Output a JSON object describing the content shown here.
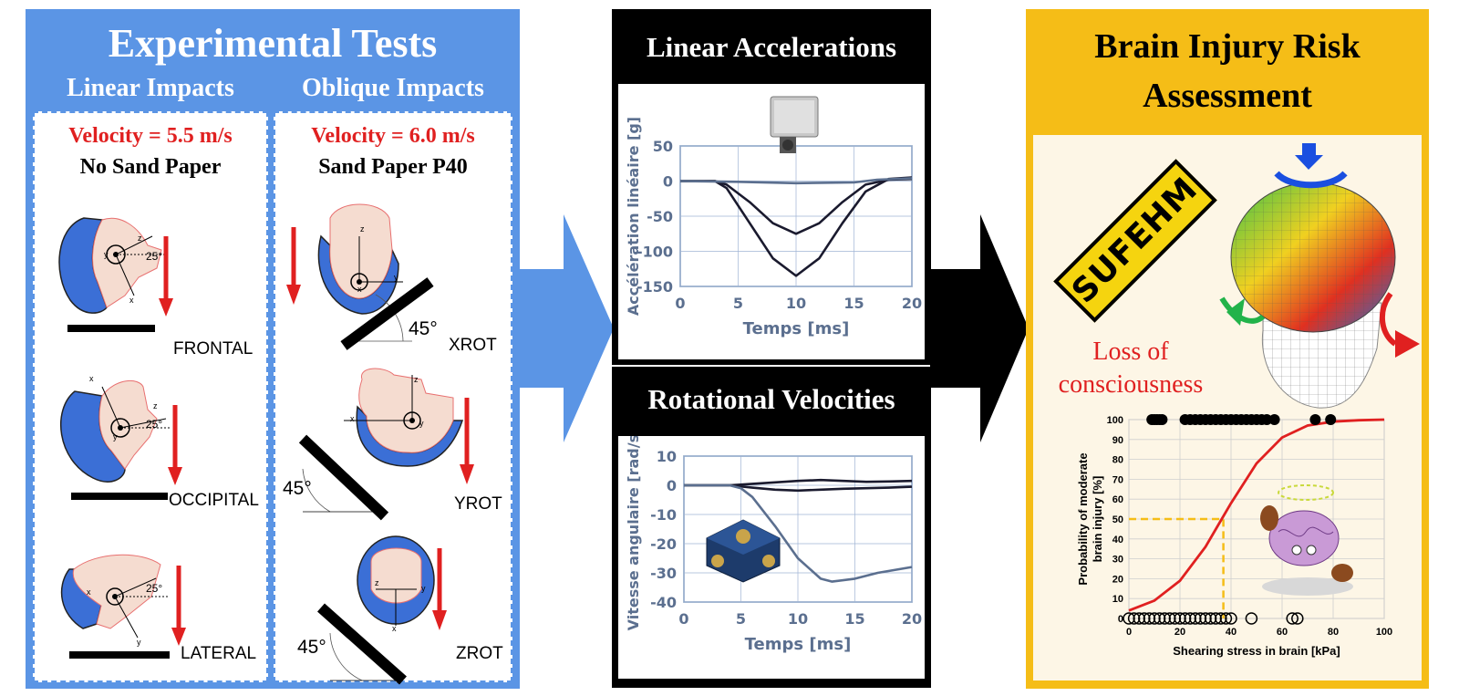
{
  "panel_tests": {
    "title": "Experimental Tests",
    "linear": {
      "header": "Linear Impacts",
      "velocity": "Velocity = 5.5 m/s",
      "surface": "No Sand Paper",
      "cases": [
        "FRONTAL",
        "OCCIPITAL",
        "LATERAL"
      ]
    },
    "oblique": {
      "header": "Oblique Impacts",
      "velocity": "Velocity = 6.0 m/s",
      "surface": "Sand Paper P40",
      "cases": [
        "XROT",
        "YROT",
        "ZROT"
      ]
    },
    "angle_25": "25°",
    "angle_45": "45°",
    "axis_x": "x",
    "axis_y": "y",
    "axis_z": "z"
  },
  "panel_signals": {
    "linear_title": "Linear Accelerations",
    "rotational_title": "Rotational Velocities"
  },
  "panel_risk": {
    "title_line1": "Brain Injury Risk",
    "title_line2": "Assessment",
    "model_badge": "SUFEHM",
    "loc_line1": "Loss of",
    "loc_line2": "consciousness"
  },
  "colors": {
    "panel_blue": "#5b95e5",
    "arrow_black": "#000000",
    "risk_yellow": "#f5bd17",
    "red": "#e02020",
    "curve_blue": "#5b6f8f"
  },
  "chart_data": [
    {
      "type": "line",
      "xlabel": "Temps [ms]",
      "ylabel": "Accélération linéaire [g]",
      "xlim": [
        0,
        20
      ],
      "ylim": [
        -150,
        50
      ],
      "xticks": [
        "0",
        "5",
        "10",
        "15",
        "20"
      ],
      "yticks": [
        "50",
        "0",
        "-50",
        "-100",
        "-150"
      ],
      "series": [
        {
          "x": [
            0,
            3,
            4,
            6,
            8,
            10,
            12,
            14,
            16,
            18,
            20
          ],
          "y": [
            0,
            0,
            -5,
            -30,
            -60,
            -75,
            -60,
            -30,
            -5,
            2,
            3
          ]
        },
        {
          "x": [
            0,
            3,
            4,
            6,
            8,
            10,
            12,
            14,
            16,
            18,
            20
          ],
          "y": [
            0,
            0,
            -10,
            -60,
            -110,
            -135,
            -110,
            -60,
            -15,
            3,
            5
          ]
        },
        {
          "x": [
            0,
            5,
            10,
            15,
            17,
            20
          ],
          "y": [
            0,
            -1,
            -3,
            -2,
            2,
            4
          ]
        }
      ]
    },
    {
      "type": "line",
      "xlabel": "Temps [ms]",
      "ylabel": "Vitesse angulaire [rad/s]",
      "xlim": [
        0,
        20
      ],
      "ylim": [
        -40,
        10
      ],
      "xticks": [
        "0",
        "5",
        "10",
        "15",
        "20"
      ],
      "yticks": [
        "10",
        "0",
        "-10",
        "-20",
        "-30",
        "-40"
      ],
      "series": [
        {
          "x": [
            0,
            4,
            6,
            8,
            10,
            12,
            14,
            16,
            18,
            20
          ],
          "y": [
            0,
            0,
            0.5,
            1,
            1.5,
            1.8,
            1.5,
            1.2,
            1.3,
            1.5
          ]
        },
        {
          "x": [
            0,
            4,
            6,
            8,
            10,
            12,
            14,
            16,
            18,
            20
          ],
          "y": [
            0,
            0,
            -0.8,
            -1.5,
            -1.8,
            -1.5,
            -1.2,
            -1,
            -0.8,
            -0.5
          ]
        },
        {
          "x": [
            0,
            4,
            5,
            6,
            8,
            10,
            12,
            13,
            15,
            17,
            20
          ],
          "y": [
            0,
            0,
            -1,
            -4,
            -14,
            -25,
            -32,
            -33,
            -32,
            -30,
            -28
          ]
        }
      ]
    },
    {
      "type": "scatter",
      "xlabel": "Shearing stress in brain [kPa]",
      "ylabel": "Probability of moderate brain injury [%]",
      "xlim": [
        0,
        100
      ],
      "ylim": [
        0,
        100
      ],
      "xticks": [
        "0",
        "20",
        "40",
        "60",
        "80",
        "100"
      ],
      "yticks": [
        "0",
        "10",
        "20",
        "30",
        "40",
        "50",
        "60",
        "70",
        "80",
        "90",
        "100"
      ],
      "threshold": {
        "x": 37,
        "y": 50
      },
      "injured_x": [
        9,
        10,
        11,
        12,
        13,
        22,
        24,
        26,
        28,
        30,
        32,
        34,
        36,
        38,
        40,
        42,
        44,
        46,
        48,
        50,
        52,
        54,
        57,
        73,
        79
      ],
      "uninjured_x": [
        0,
        2,
        4,
        6,
        8,
        10,
        12,
        14,
        16,
        18,
        20,
        22,
        24,
        26,
        28,
        30,
        32,
        34,
        36,
        38,
        40,
        48,
        64,
        66
      ],
      "curve": {
        "x": [
          0,
          10,
          20,
          30,
          35,
          40,
          50,
          60,
          70,
          80,
          90,
          100
        ],
        "y": [
          4,
          9,
          19,
          36,
          47,
          58,
          78,
          91,
          97,
          99,
          99.7,
          100
        ]
      }
    }
  ]
}
